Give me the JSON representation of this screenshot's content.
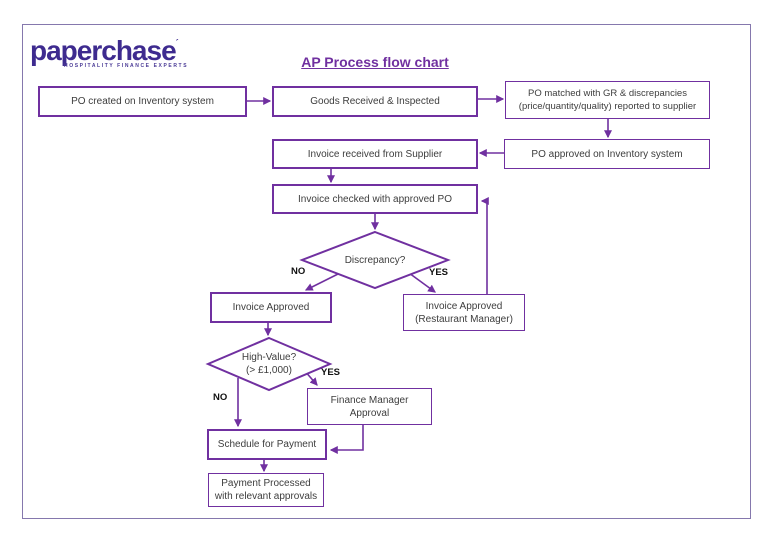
{
  "logo": {
    "name": "paperchase",
    "trademark": "´",
    "tagline": "HOSPITALITY FINANCE EXPERTS"
  },
  "title": "AP Process flow chart",
  "colors": {
    "accent_purple": "#7030a0",
    "logo_purple": "#3e2b8f",
    "node_text": "#3d3d3d",
    "frame_border": "#8578ad"
  },
  "flowchart": {
    "nodes": {
      "po_created": "PO created on Inventory system",
      "goods_received": "Goods Received & Inspected",
      "po_matched": "PO matched with GR & discrepancies\n(price/quantity/quality) reported to supplier",
      "po_approved": "PO approved on Inventory system",
      "invoice_received": "Invoice received from Supplier",
      "invoice_checked": "Invoice checked with approved PO",
      "discrepancy": "Discrepancy?",
      "invoice_approved": "Invoice Approved",
      "invoice_approved_rm": "Invoice Approved\n(Restaurant Manager)",
      "high_value": "High-Value?\n(> £1,000)",
      "finance_manager": "Finance Manager\nApproval",
      "schedule_payment": "Schedule for Payment",
      "payment_processed": "Payment Processed\nwith relevant approvals"
    },
    "labels": {
      "discrepancy_no": "NO",
      "discrepancy_yes": "YES",
      "high_value_no": "NO",
      "high_value_yes": "YES"
    }
  }
}
